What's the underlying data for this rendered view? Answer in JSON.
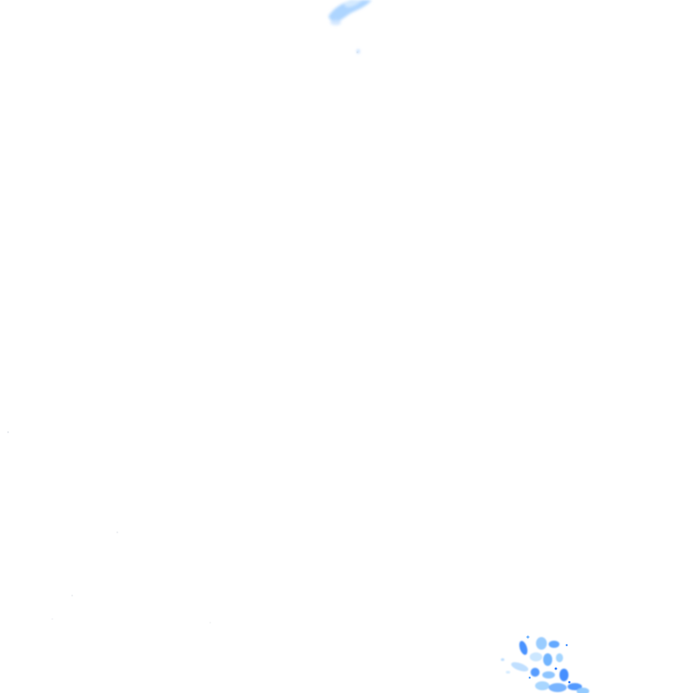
{
  "image": {
    "background_color": "#ffffff",
    "primary_feature_color": "#3f8cff",
    "secondary_feature_color": "#a9d3ff",
    "features": [
      {
        "name": "top-blue-patch",
        "color": "#a9d3ff"
      },
      {
        "name": "bottom-right-blue-cluster",
        "color": "#3f8cff"
      },
      {
        "name": "sparse-faint-specks",
        "color": "#c8ced6"
      }
    ]
  }
}
